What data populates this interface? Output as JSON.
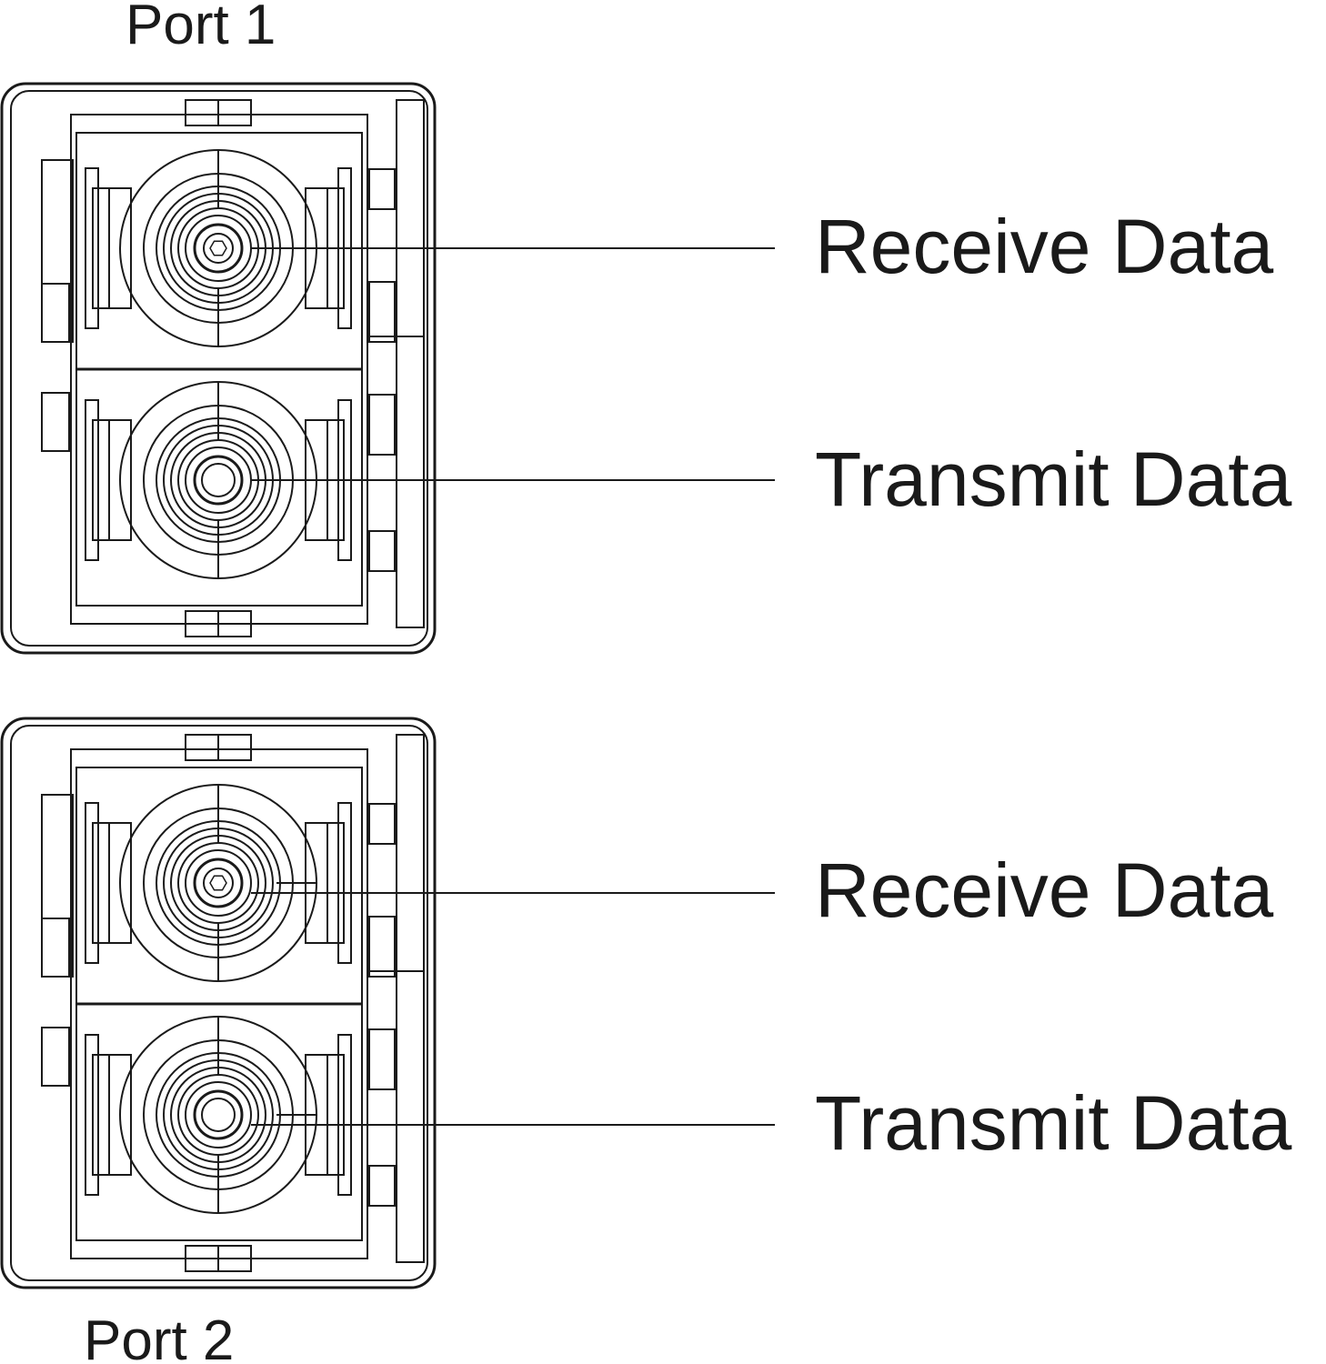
{
  "ports": [
    {
      "title": "Port 1",
      "receive_label": "Receive Data",
      "transmit_label": "Transmit Data"
    },
    {
      "title": "Port 2",
      "receive_label": "Receive Data",
      "transmit_label": "Transmit Data"
    }
  ],
  "colors": {
    "line": "#1a1a1a",
    "background": "#ffffff"
  }
}
